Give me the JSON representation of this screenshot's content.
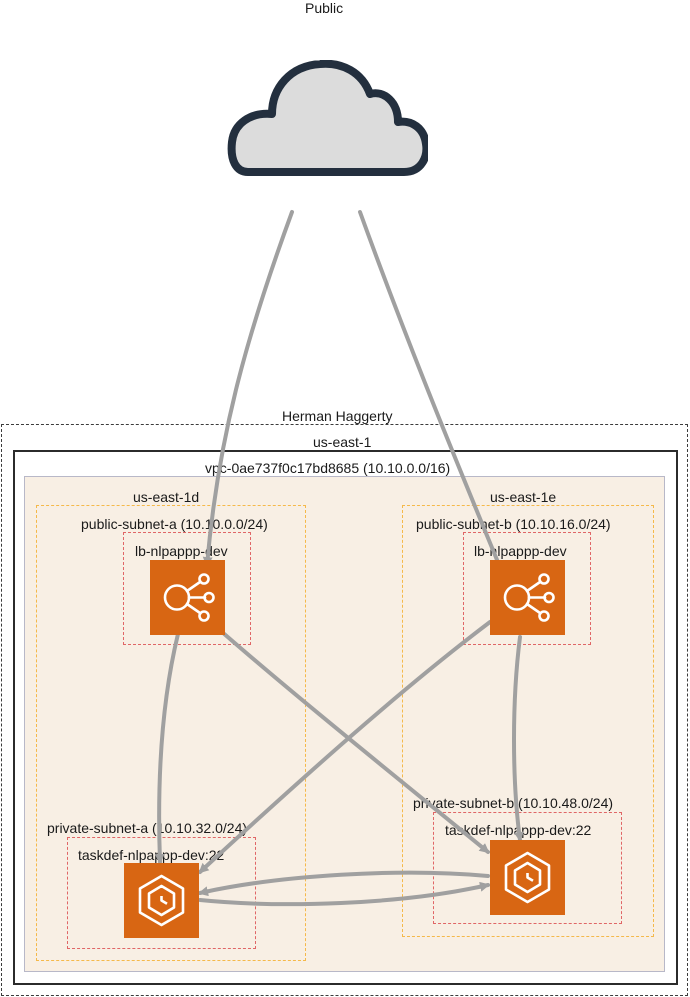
{
  "public": {
    "label": "Public"
  },
  "account": {
    "label": "Herman Haggerty"
  },
  "region": {
    "label": "us-east-1"
  },
  "vpc": {
    "label": "vpc-0ae737f0c17bd8685 (10.10.0.0/16)"
  },
  "az_a": {
    "label": "us-east-1d",
    "public_subnet": "public-subnet-a (10.10.0.0/24)",
    "lb": "lb-nlpappp-dev",
    "private_subnet": "private-subnet-a (10.10.32.0/24)",
    "task": "taskdef-nlpappp-dev:22"
  },
  "az_b": {
    "label": "us-east-1e",
    "public_subnet": "public-subnet-b (10.10.16.0/24)",
    "lb": "lb-nlpappp-dev",
    "private_subnet": "private-subnet-b (10.10.48.0/24)",
    "task": "taskdef-nlpappp-dev:22"
  },
  "colors": {
    "icon_orange": "#d86613",
    "edge_gray": "#a0a0a0",
    "subnet_red": "#e06666",
    "az_orange": "#f5b94a",
    "vpc_fill": "#f8efe4",
    "cloud_fill": "#dcdcdc",
    "cloud_stroke": "#232f3e"
  },
  "icons": {
    "cloud": "cloud-icon",
    "load_balancer": "load-balancer-icon",
    "container_service": "ecs-container-icon"
  }
}
